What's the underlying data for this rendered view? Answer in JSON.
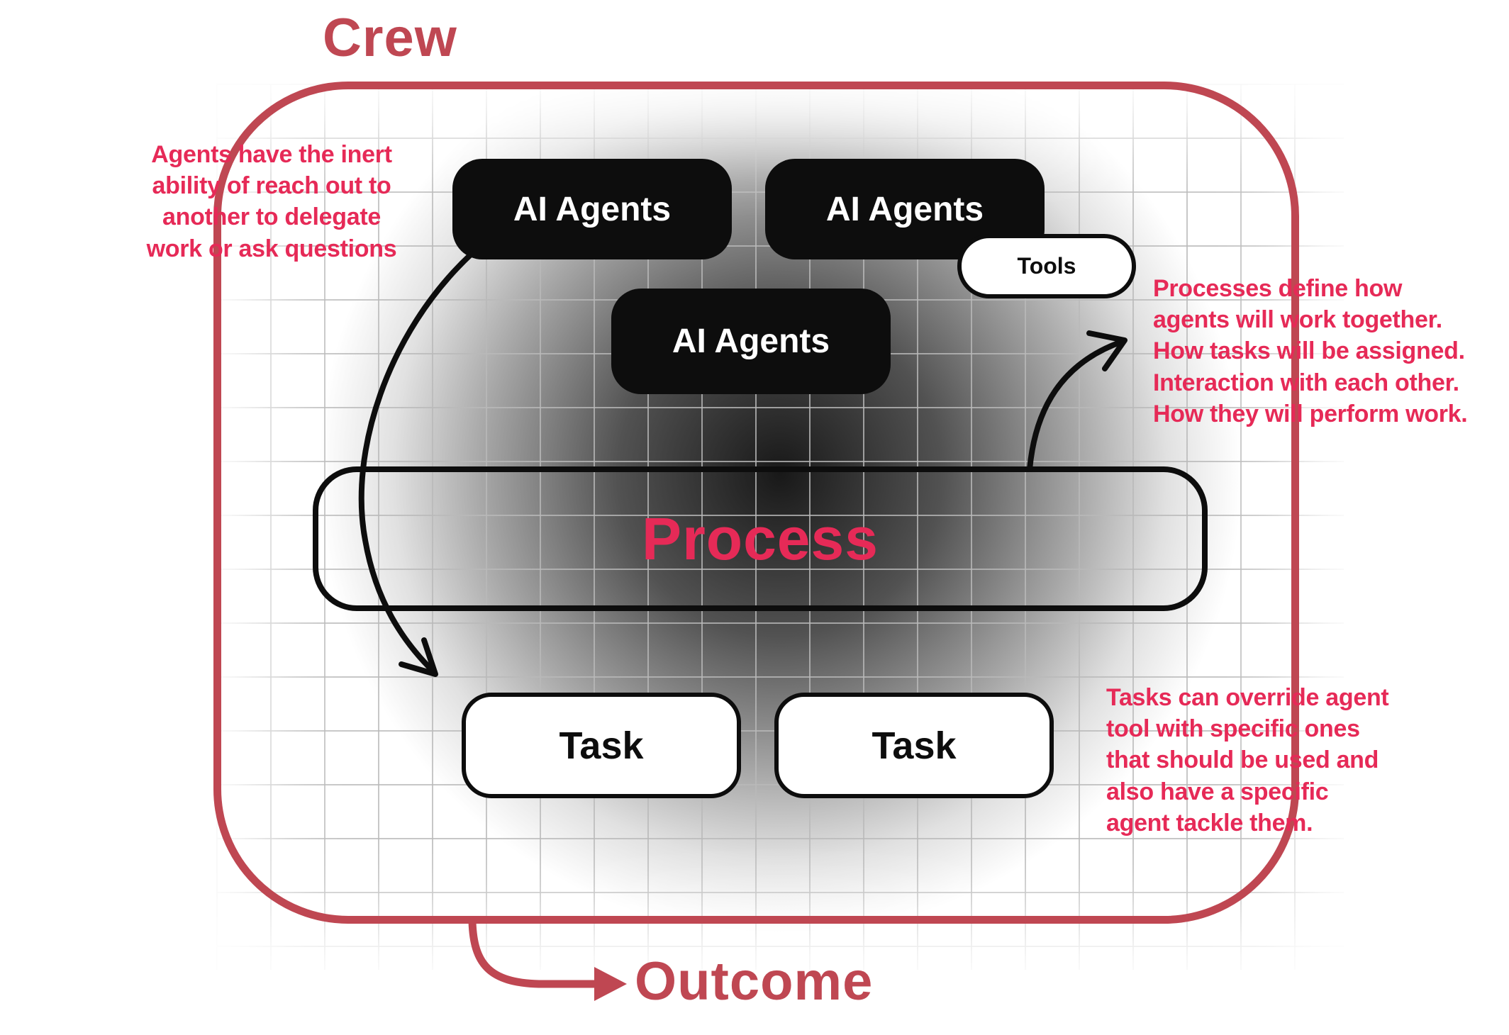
{
  "colors": {
    "structure_red": "#bf4752",
    "accent_pink": "#e62a57",
    "node_black": "#0d0d0d",
    "grid_gray": "#b9b9b9"
  },
  "labels": {
    "crew": "Crew",
    "outcome": "Outcome",
    "process": "Process",
    "tools": "Tools",
    "agents": [
      "AI Agents",
      "AI Agents",
      "AI Agents"
    ],
    "tasks": [
      "Task",
      "Task"
    ]
  },
  "annotations": {
    "delegation": "Agents have the inert\nability of reach out to\nanother to delegate\nwork or ask questions",
    "process": "Processes define how\nagents will work together.\nHow tasks will be assigned.\nInteraction with each other.\nHow they will perform work.",
    "tasks": "Tasks can override agent\ntool with specific ones\nthat should be used and\nalso have a specific\nagent tackle them."
  }
}
